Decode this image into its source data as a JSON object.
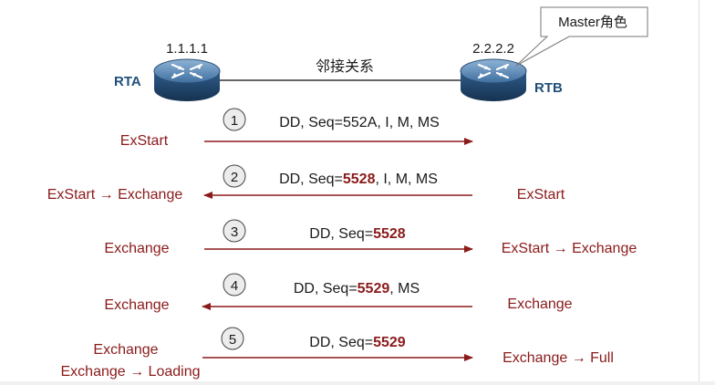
{
  "routers": {
    "rta": {
      "name": "RTA",
      "ip": "1.1.1.1"
    },
    "rtb": {
      "name": "RTB",
      "ip": "2.2.2.2"
    }
  },
  "adjacency_label": "邻接关系",
  "callout": "Master角色",
  "steps": [
    {
      "num": "1",
      "direction": "right",
      "msg_parts": [
        "DD, Seq=552A, I, M, MS"
      ],
      "left_state": "ExStart",
      "right_state": ""
    },
    {
      "num": "2",
      "direction": "left",
      "msg_parts": [
        "DD, Seq=",
        "5528",
        ", I, M, MS"
      ],
      "left_state": "ExStart → Exchange",
      "right_state": "ExStart"
    },
    {
      "num": "3",
      "direction": "right",
      "msg_parts": [
        "DD, Seq=",
        "5528"
      ],
      "left_state": "Exchange",
      "right_state": "ExStart → Exchange"
    },
    {
      "num": "4",
      "direction": "left",
      "msg_parts": [
        "DD, Seq=",
        "5529",
        ", MS"
      ],
      "left_state": "Exchange",
      "right_state": "Exchange"
    },
    {
      "num": "5",
      "direction": "right",
      "msg_parts": [
        "DD, Seq=",
        "5529"
      ],
      "left_state": "Exchange",
      "left_state_2": "Exchange → Loading",
      "right_state": "Exchange → Full"
    }
  ],
  "colors": {
    "state_text": "#8b1a1a",
    "arrow": "#8b1a1a",
    "router_label": "#1f4e79",
    "seq_highlight": "#8b1a1a"
  }
}
